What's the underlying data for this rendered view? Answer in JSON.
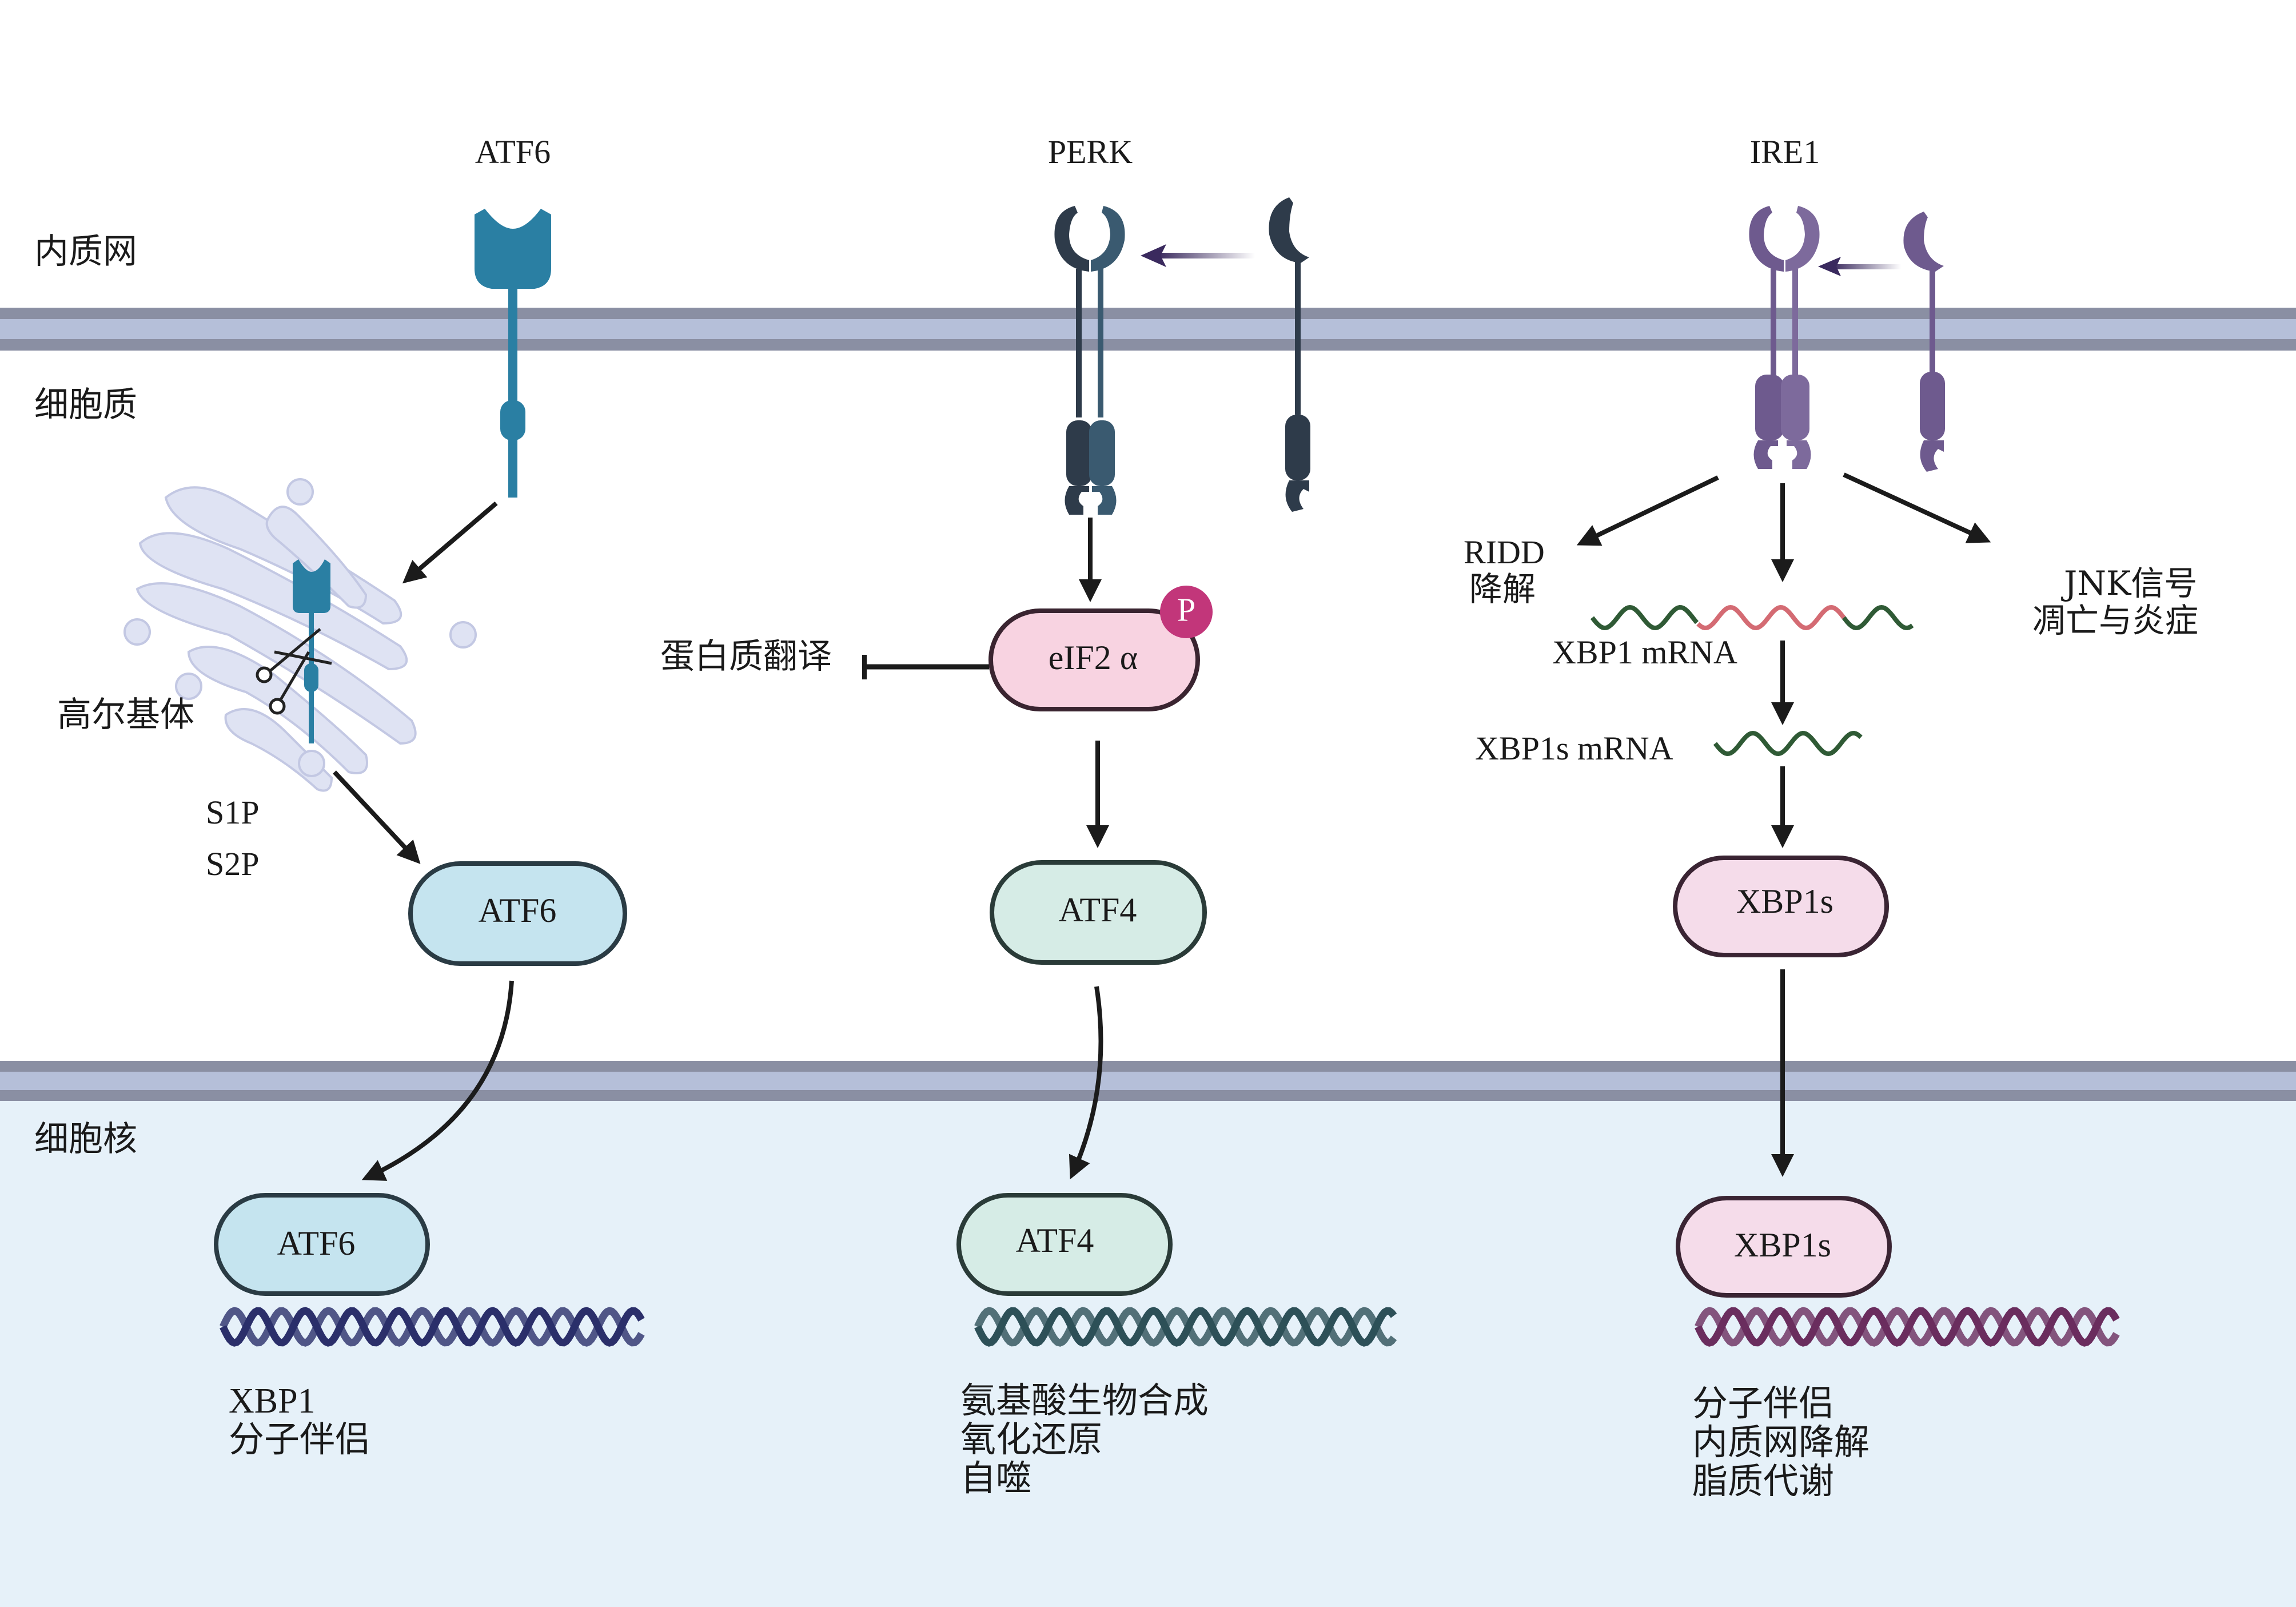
{
  "compartments": {
    "er": "内质网",
    "cytoplasm": "细胞质",
    "nucleus": "细胞核"
  },
  "pathways": {
    "atf6": {
      "title": "ATF6",
      "golgi_label": "高尔基体",
      "proteases": [
        "S1P",
        "S2P"
      ],
      "cyto_node": "ATF6",
      "nuc_node": "ATF6",
      "outputs": [
        "XBP1",
        "分子伴侣"
      ],
      "color": "#2a7fa3"
    },
    "perk": {
      "title": "PERK",
      "eif_node": "eIF2 α",
      "phospho": "P",
      "inhibited": "蛋白质翻译",
      "cyto_node": "ATF4",
      "nuc_node": "ATF4",
      "outputs": [
        "氨基酸生物合成",
        "氧化还原",
        "自噬"
      ],
      "color": "#2e4457"
    },
    "ire1": {
      "title": "IRE1",
      "ridd": [
        "RIDD",
        "降解"
      ],
      "jnk": [
        "JNK信号",
        "凋亡与炎症"
      ],
      "mrna": "XBP1 mRNA",
      "mrna_s": "XBP1s mRNA",
      "cyto_node": "XBP1s",
      "nuc_node": "XBP1s",
      "outputs": [
        "分子伴侣",
        "内质网降解",
        "脂质代谢"
      ],
      "color": "#6e5a8e"
    }
  },
  "colors": {
    "membrane_outer": "#8a8fa3",
    "membrane_inner": "#b5bfd9",
    "nucleus_bg": "#e6f1f9",
    "atf6_fill": "#c5e4ef",
    "atf4_fill": "#d6ece6",
    "xbp1s_fill": "#f5dcea",
    "eif_fill": "#f8d3e1",
    "phospho": "#c2367a",
    "mrna_green": "#2f5a35",
    "mrna_red": "#d46b73"
  }
}
